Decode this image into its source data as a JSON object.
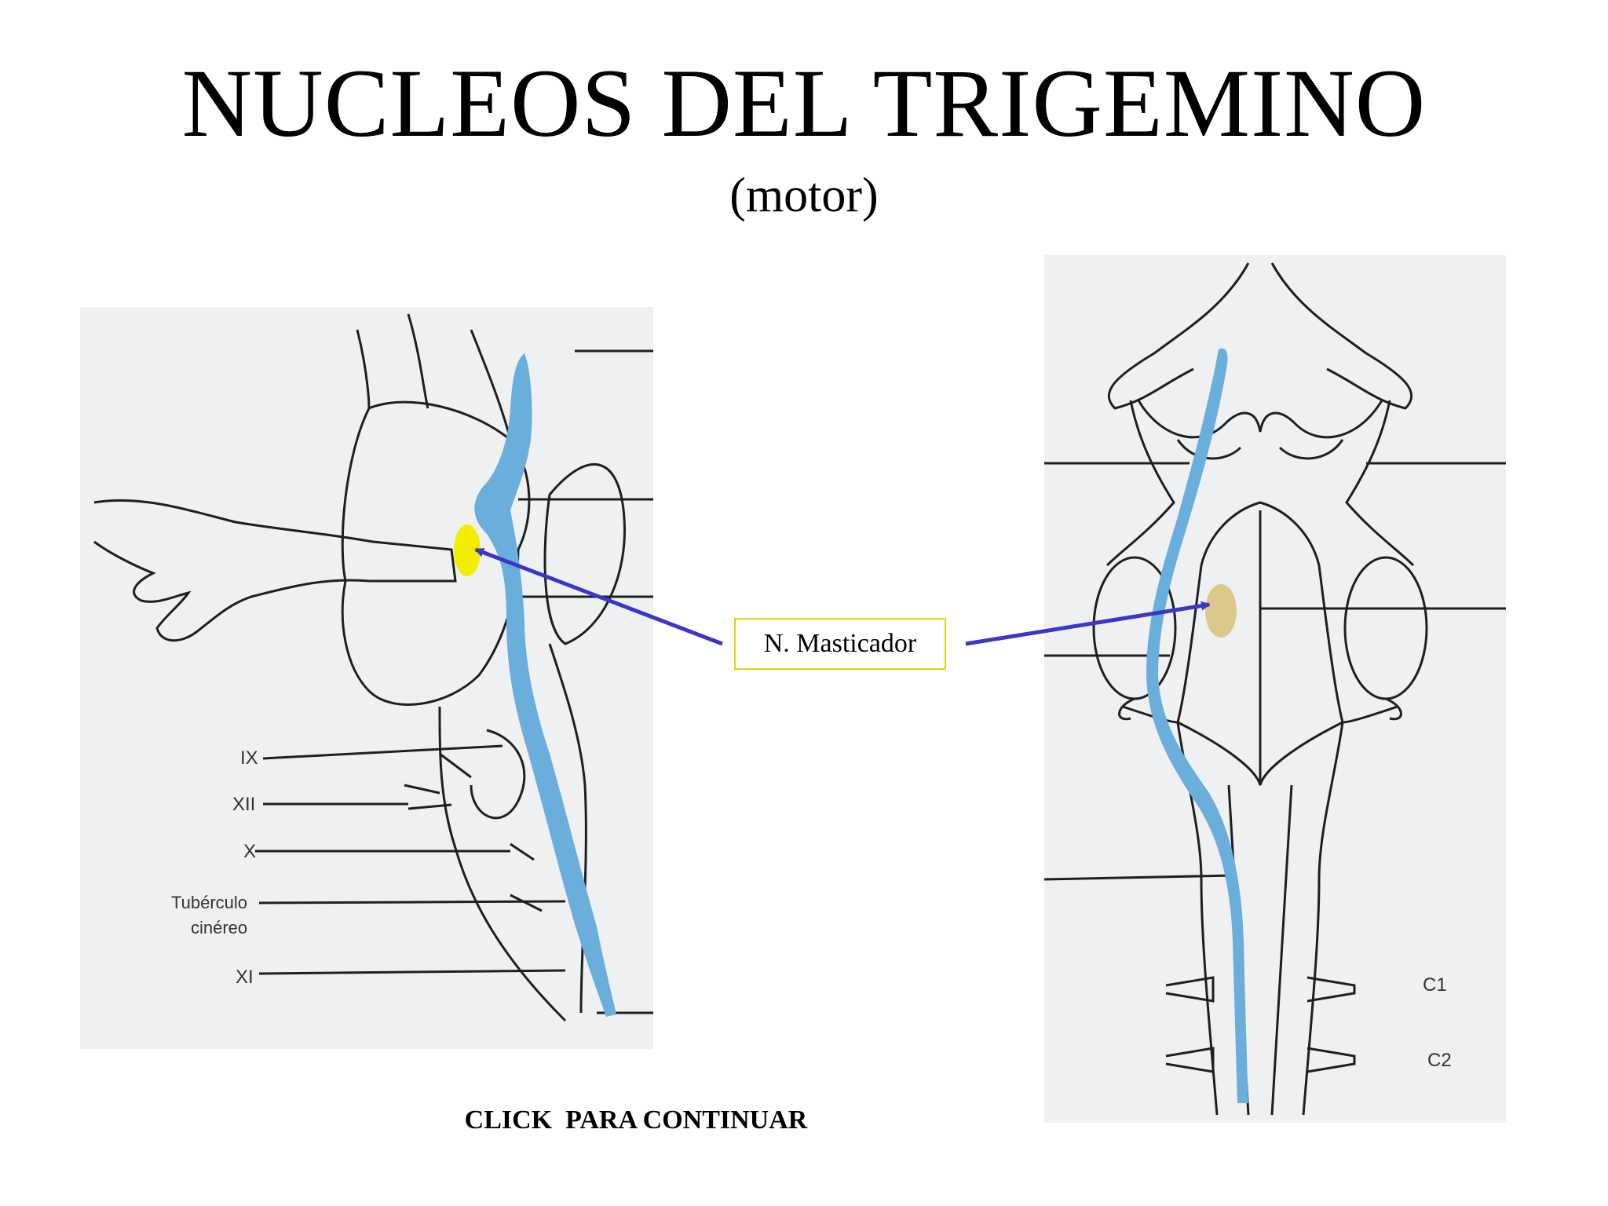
{
  "slide": {
    "title": "NUCLEOS DEL TRIGEMINO",
    "subtitle": "(motor)",
    "callout_label": "N. Masticador",
    "continue_label": "CLICK  PARA CONTINUAR"
  },
  "left_figure": {
    "labels": {
      "ix": "IX",
      "xii": "XII",
      "x": "X",
      "tuberculo": "Tubérculo",
      "cinereo": "cinéreo",
      "xi": "XI"
    }
  },
  "right_figure": {
    "labels": {
      "c1": "C1",
      "c2": "C2"
    }
  },
  "colors": {
    "nucleus_column": "#6aaedc",
    "left_nucleus_highlight": "#f2ee00",
    "right_nucleus_highlight": "#d8c07a",
    "arrow": "#3a36c8",
    "callout_border": "#e0d800"
  }
}
